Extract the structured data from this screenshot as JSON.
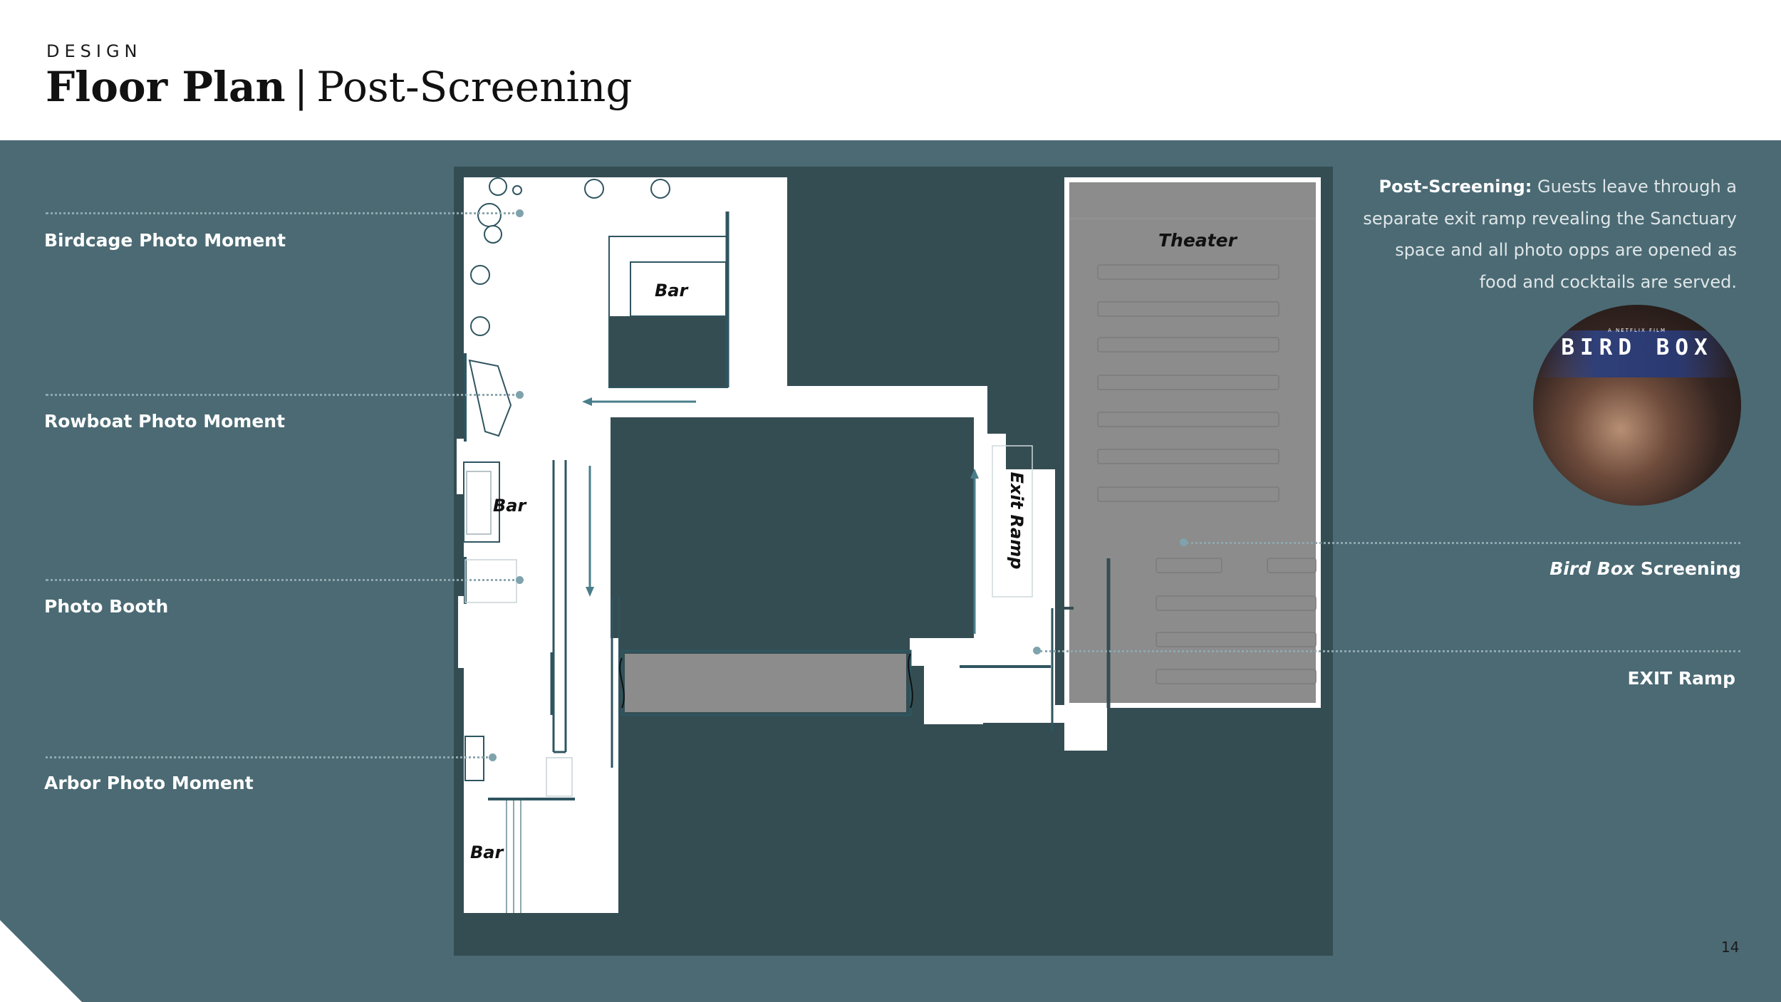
{
  "header": {
    "kicker": "DESIGN",
    "title_bold": "Floor Plan",
    "separator": "|",
    "title_light": "Post-Screening"
  },
  "labels": {
    "birdcage": "Birdcage Photo Moment",
    "rowboat": "Rowboat Photo Moment",
    "photo_booth": "Photo Booth",
    "arbor": "Arbor Photo Moment",
    "screening_italic": "Bird Box",
    "screening_rest": " Screening",
    "exit_ramp": "EXIT Ramp"
  },
  "plan": {
    "bar_top": "Bar",
    "bar_mid": "Bar",
    "bar_bottom": "Bar",
    "theater": "Theater",
    "exit_ramp": "Exit Ramp"
  },
  "description": {
    "lead": "Post-Screening:",
    "body": " Guests leave through a separate exit ramp revealing the Sanctuary space and all photo opps are opened as food and cocktails are served."
  },
  "poster": {
    "small_text": "A NETFLIX FILM",
    "title": "BIRD BOX"
  },
  "page_number": "14",
  "colors": {
    "panel": "#4b6a74",
    "plan_background": "#344d53",
    "floor": "#ffffff",
    "theater_fill": "#8c8c8c",
    "walls_arrows": "#2f5560",
    "leader": "#8fa7ae"
  }
}
